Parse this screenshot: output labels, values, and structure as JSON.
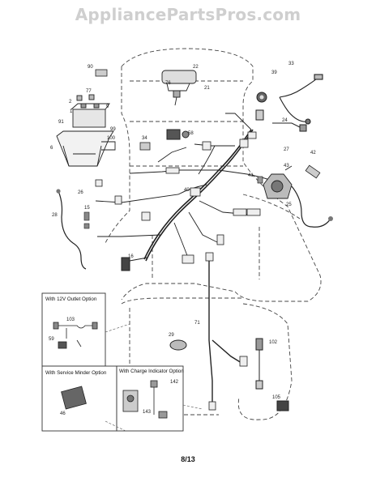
{
  "watermark": "AppliancePartsPros.com",
  "page_number": "8/13",
  "option_boxes": {
    "outlet_12v": "With 12V Outlet Option",
    "service_minder": "With Service Minder Option",
    "charge_indicator": "With Charge Indicator Option"
  },
  "callouts": {
    "c90": "90",
    "c22": "22",
    "c33": "33",
    "c76": "76",
    "c21": "21",
    "c39": "39",
    "c77": "77",
    "c2": "2",
    "c9": "9",
    "c1": "1",
    "c91": "91",
    "c99": "99",
    "c100": "100",
    "c6": "6",
    "c24": "24",
    "c58": "58",
    "c34": "34",
    "c27": "27",
    "c42": "42",
    "c43": "43",
    "c41": "41",
    "c40": "40",
    "c26": "26",
    "c25": "25",
    "c28": "28",
    "c15": "15",
    "c16": "16",
    "c103": "103",
    "c59": "59",
    "c29": "29",
    "c71": "71",
    "c102": "102",
    "c46": "46",
    "c142": "142",
    "c143": "143",
    "c105": "105"
  }
}
